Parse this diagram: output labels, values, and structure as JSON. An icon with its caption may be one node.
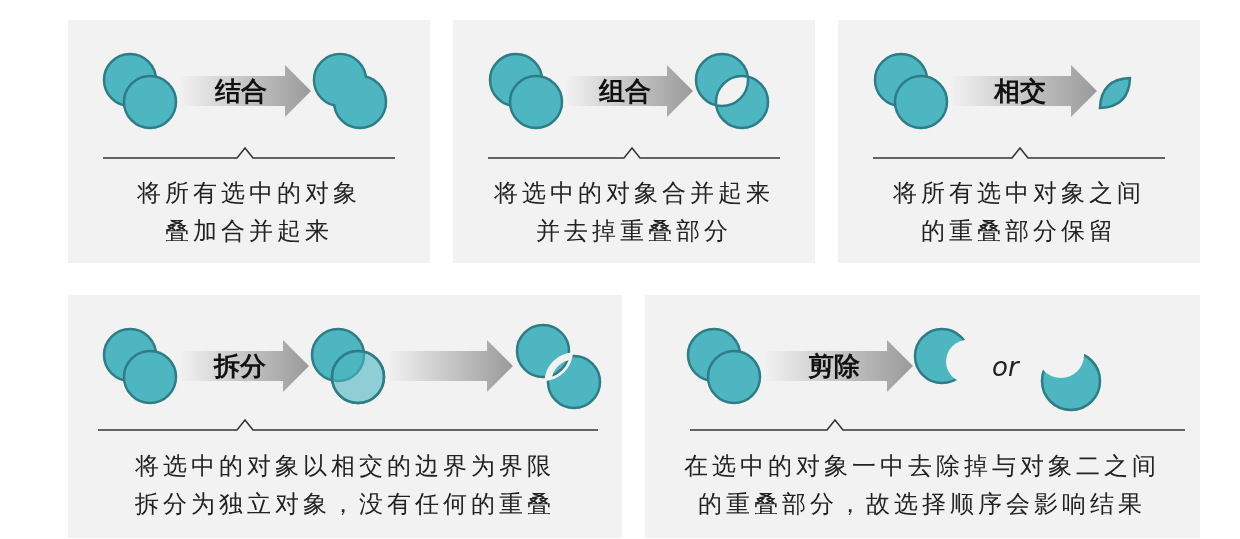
{
  "diagram": {
    "nodes": [
      {
        "text": [
          "将所有选中的对象叠加合并起来"
        ]
      },
      {
        "text": [],
        "shape": "circle",
        "in": 0
      },
      {
        "text": [],
        "shape": "circle",
        "in": 0
      },
      {
        "text": [
          "将选中的对象合并起来并去掉重叠部分"
        ]
      },
      {
        "text": [],
        "shape": "circle",
        "in": 3
      },
      {
        "text": [],
        "shape": "circle",
        "in": 3
      },
      {
        "text": [
          "将所有选中对象之间的重叠部分保留"
        ]
      },
      {
        "text": [],
        "shape": "circle",
        "in": 6
      },
      {
        "text": [],
        "shape": "lens",
        "in": 6
      },
      {
        "text": [
          "将选中的对象以相交的边界为界限拆分为独立对象，没有任何的重叠"
        ]
      },
      {
        "text": [],
        "shape": "circle",
        "in": 9
      },
      {
        "text": [],
        "shape": "circle",
        "in": 9
      },
      {
        "text": [],
        "shape": "circle",
        "in": 9
      },
      {
        "text": [
          "在选中的对象一中去除掉与对象二之间的重叠部分，故选择顺序会影响结果"
        ]
      },
      {
        "text": [],
        "shape": "circle",
        "in": 13
      },
      {
        "text": [],
        "shape": "crescent",
        "in": 13
      },
      {
        "text": [],
        "shape": "crescent",
        "in": 13
      }
    ],
    "edges": [
      {
        "from": 1,
        "to": 2,
        "arrow": "to",
        "label": "结合"
      },
      {
        "from": 4,
        "to": 5,
        "arrow": "to",
        "label": "组合"
      },
      {
        "from": 7,
        "to": 8,
        "arrow": "to",
        "label": "相交"
      },
      {
        "from": 10,
        "to": 11,
        "arrow": "to",
        "label": "拆分"
      },
      {
        "from": 11,
        "to": 12,
        "arrow": "to"
      },
      {
        "from": 14,
        "to": 15,
        "arrow": "to",
        "label": "剪除"
      }
    ],
    "labels": [
      "or"
    ]
  }
}
